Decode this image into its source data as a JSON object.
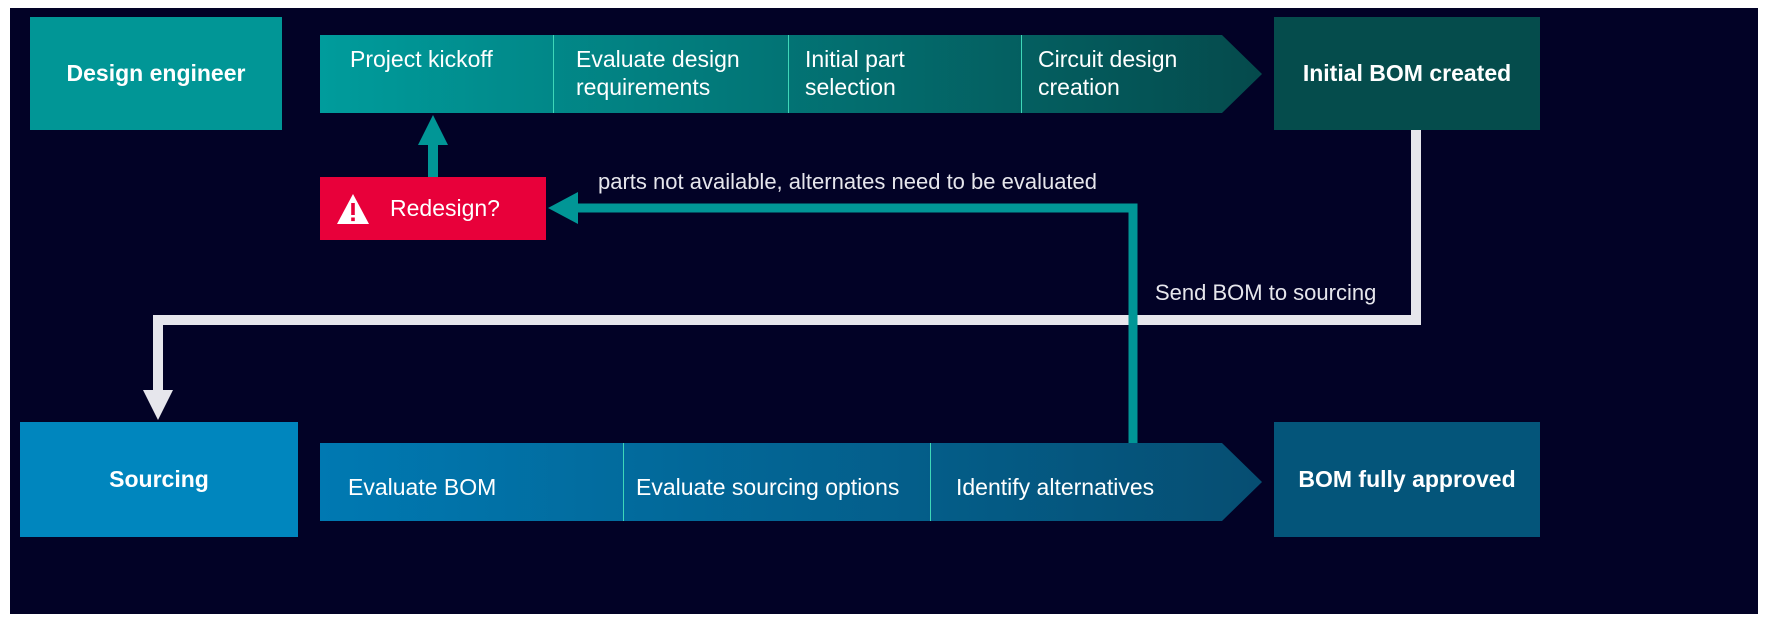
{
  "roles": {
    "design": "Design engineer",
    "sourcing": "Sourcing"
  },
  "outcomes": {
    "initial_bom": "Initial BOM created",
    "approved": "BOM fully approved"
  },
  "design_steps": [
    "Project kickoff",
    "Evaluate design requirements",
    "Initial part selection",
    "Circuit design creation"
  ],
  "design_steps_lines": [
    [
      "Project kickoff",
      ""
    ],
    [
      "Evaluate design",
      "requirements"
    ],
    [
      "Initial part",
      "selection"
    ],
    [
      "Circuit design",
      "creation"
    ]
  ],
  "sourcing_steps": [
    "Evaluate BOM",
    "Evaluate sourcing options",
    "Identify alternatives"
  ],
  "redesign": {
    "label": "Redesign?",
    "icon": "warning-icon"
  },
  "labels": {
    "parts_unavailable": "parts not available, alternates need to be evaluated",
    "send_bom": "Send BOM to sourcing"
  },
  "colors": {
    "background": "#020226",
    "teal": "#009696",
    "dark_teal": "#054c4c",
    "blue": "#0086be",
    "dark_blue": "#04557a",
    "red": "#e8003a",
    "connector": "#e6e6ec"
  }
}
